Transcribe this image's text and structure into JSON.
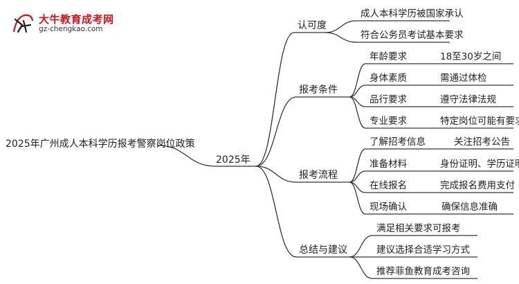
{
  "logo": {
    "title": "大牛教育成考网",
    "url": "gz-chengkao.com",
    "mark_text": "大牛"
  },
  "colors": {
    "line": "#333333",
    "logo_red": "#d4121b"
  },
  "mindmap": {
    "root": "2025年广州成人本科学历报考警察岗位政策",
    "center": "2025年",
    "branches": [
      {
        "label": "认可度",
        "items": [
          {
            "label": "成人本科学历被国家承认"
          },
          {
            "label": "符合公务员考试基本要求"
          }
        ]
      },
      {
        "label": "报考条件",
        "items": [
          {
            "label": "年龄要求",
            "detail": "18至30岁之间"
          },
          {
            "label": "身体素质",
            "detail": "需通过体检"
          },
          {
            "label": "品行要求",
            "detail": "遵守法律法规"
          },
          {
            "label": "专业要求",
            "detail": "特定岗位可能有要求"
          }
        ]
      },
      {
        "label": "报考流程",
        "items": [
          {
            "label": "了解招考信息",
            "detail": "关注招考公告"
          },
          {
            "label": "准备材料",
            "detail": "身份证明、学历证明"
          },
          {
            "label": "在线报名",
            "detail": "完成报名费用支付"
          },
          {
            "label": "现场确认",
            "detail": "确保信息准确"
          }
        ]
      },
      {
        "label": "总结与建议",
        "items": [
          {
            "label": "满足相关要求可报考"
          },
          {
            "label": "建议选择合适学习方式"
          },
          {
            "label": "推荐菲鱼教育成考咨询"
          }
        ]
      }
    ]
  }
}
